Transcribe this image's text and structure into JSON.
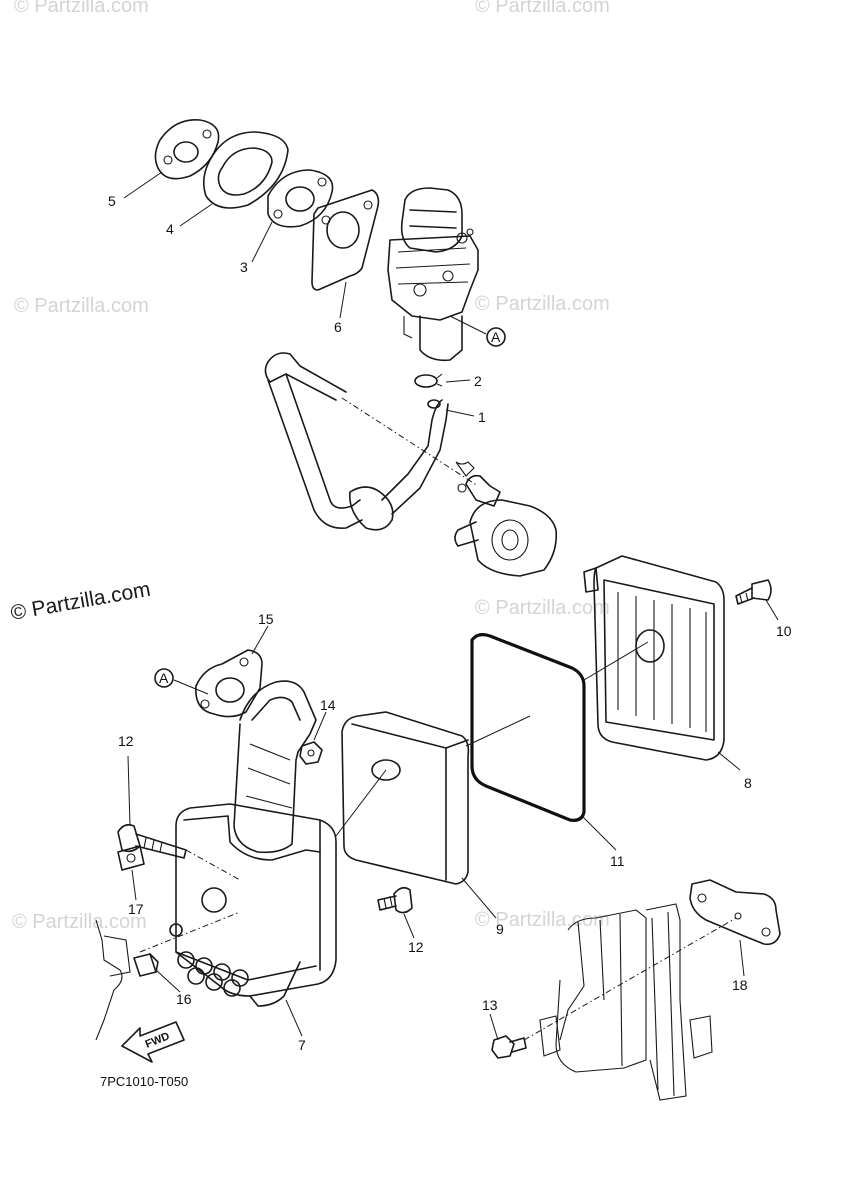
{
  "diagram_code": "7PC1010-T050",
  "watermark": {
    "text": "© Partzilla.com",
    "faint_text": "© Partzilla.com"
  },
  "ref_marker": "A",
  "direction_label": "FWD",
  "callouts": [
    "1",
    "2",
    "3",
    "4",
    "5",
    "6",
    "7",
    "8",
    "9",
    "10",
    "11",
    "12",
    "12",
    "13",
    "14",
    "15",
    "16",
    "17",
    "18"
  ]
}
